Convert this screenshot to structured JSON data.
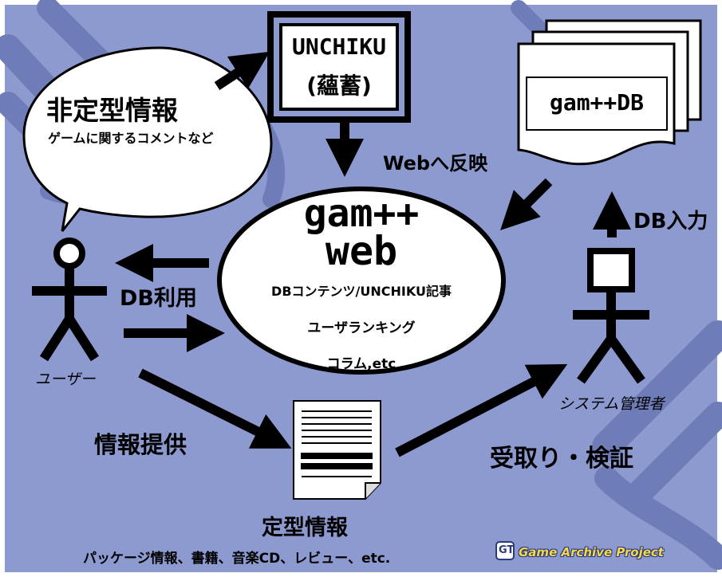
{
  "colors": {
    "background": "#8c9ad0",
    "decor": "#6e7cb8",
    "ink": "#000000",
    "paper": "#ffffff",
    "logo_accent": "#f5d84a"
  },
  "speech_bubble": {
    "title": "非定型情報",
    "subtitle": "ゲームに関するコメントなど"
  },
  "unchiku_box": {
    "line1": "UNCHIKU",
    "line2": "(蘊蓄)"
  },
  "db_stack": {
    "label": "gam++DB"
  },
  "edges": {
    "web_reflect": "Webへ反映",
    "db_input": "DB入力",
    "db_use": "DB利用",
    "info_provide": "情報提供",
    "receive_verify": "受取り・検証"
  },
  "web_hub": {
    "title1": "gam++",
    "title2": "web",
    "line1": "DBコンテンツ/UNCHIKU記事",
    "line2": "ユーザランキング",
    "line3": "コラム,etc"
  },
  "actors": {
    "user": "ユーザー",
    "admin": "システム管理者"
  },
  "document": {
    "title": "定型情報",
    "caption": "パッケージ情報、書籍、音楽CD、レビュー、etc."
  },
  "logo": {
    "text": "Game Archive Project",
    "mark": "GT"
  }
}
